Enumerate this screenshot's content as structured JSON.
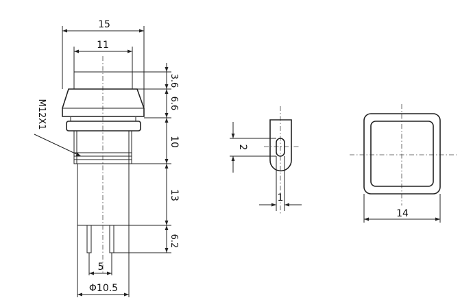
{
  "dimensions": {
    "overall_width": "15",
    "cap_width": "11",
    "cap_height": "3.6",
    "bezel_height": "6.6",
    "thread": "M12X1",
    "thread_length": "10",
    "body_length": "13",
    "pin_length": "6.2",
    "pin_spacing": "5",
    "body_diameter": "Φ10.5",
    "terminal_hole": "2",
    "terminal_thickness": "1",
    "face_width": "14"
  }
}
